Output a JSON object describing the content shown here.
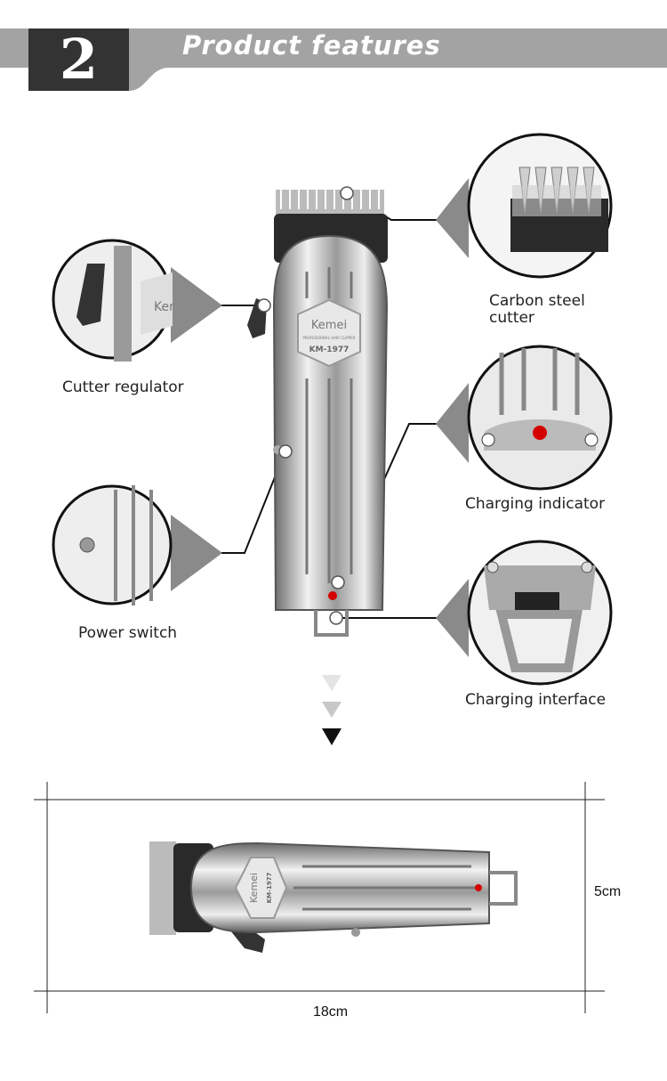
{
  "header": {
    "number": "2",
    "title": "Product features"
  },
  "product": {
    "brand": "Kemei",
    "subtitle": "PROFESSIONAL HAIR CLIPPER",
    "model": "KM-1977"
  },
  "features": [
    {
      "label": "Carbon steel cutter",
      "line1": "Carbon steel",
      "line2": "cutter"
    },
    {
      "label": "Cutter regulator"
    },
    {
      "label": "Charging indicator"
    },
    {
      "label": "Power switch"
    },
    {
      "label": "Charging interface"
    }
  ],
  "dimensions": {
    "height": "5cm",
    "length": "18cm"
  },
  "colors": {
    "band": "#a3a3a3",
    "numbox": "#333333",
    "indicator": "#d40000"
  }
}
